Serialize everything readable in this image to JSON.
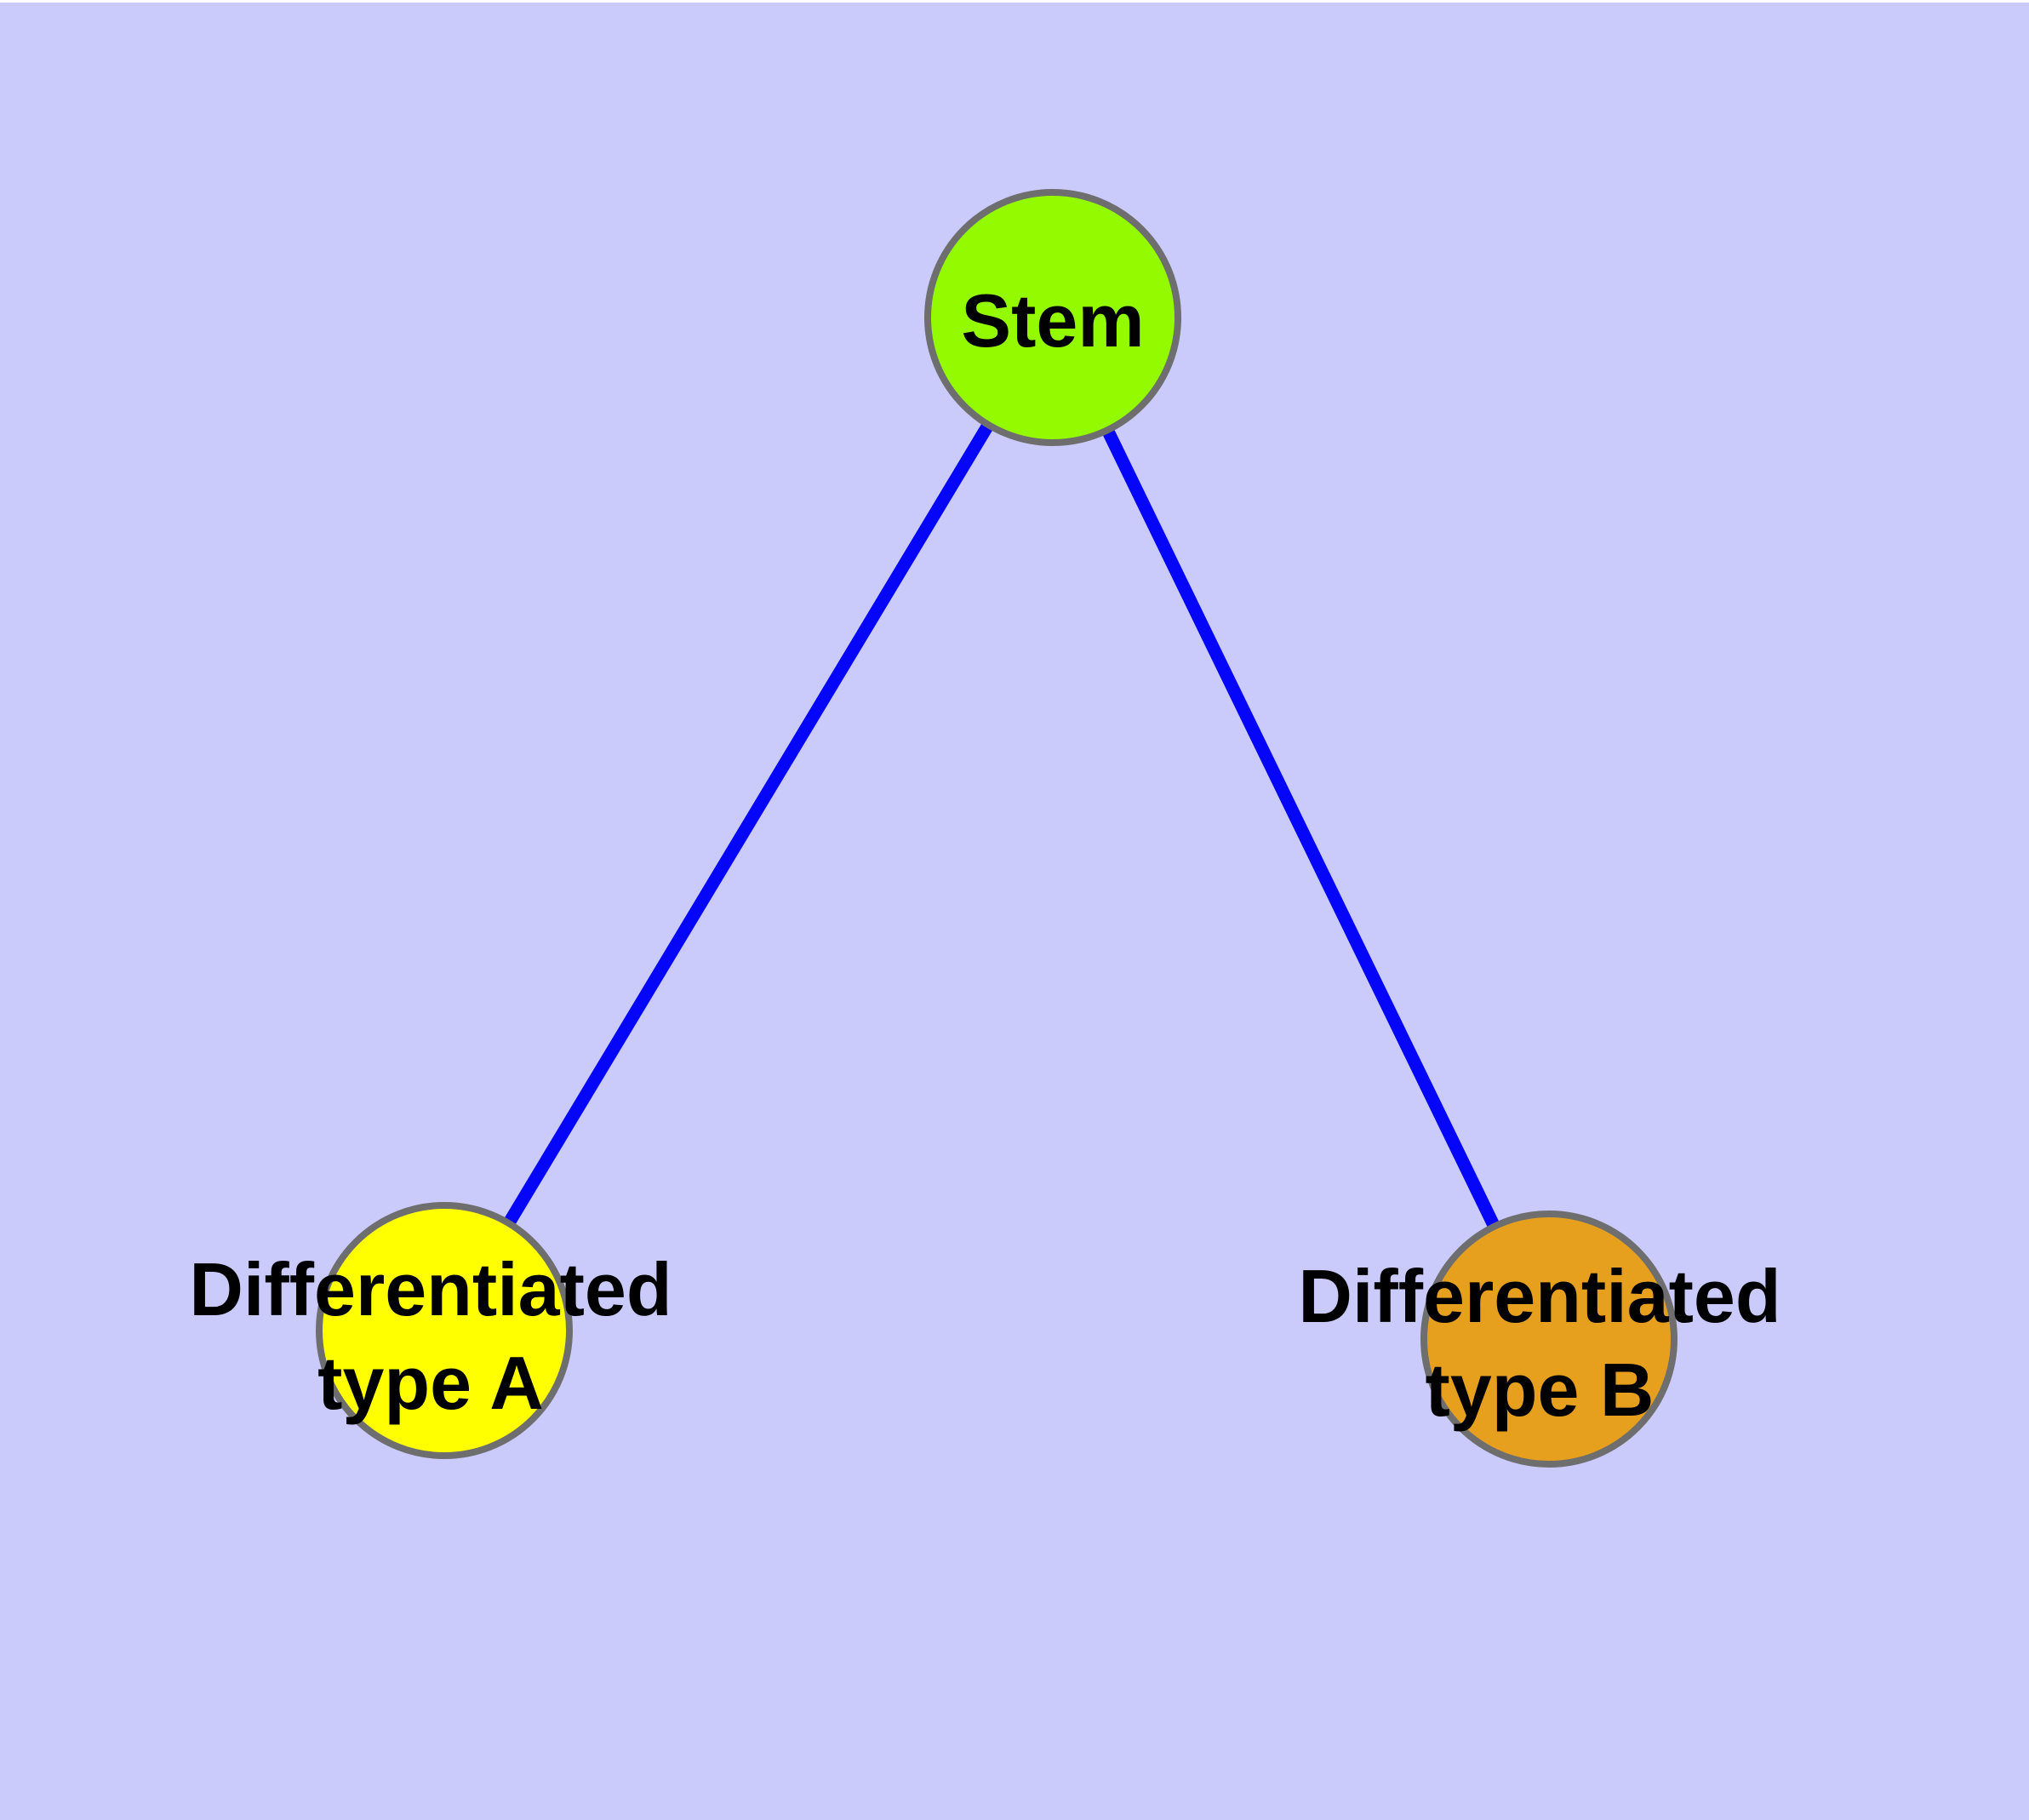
{
  "diagram": {
    "type": "node-link-graph",
    "background_color": "#CBCBFB",
    "page_margin_color": "#FFFFFF",
    "label_color": "#000000",
    "nodes": [
      {
        "id": "stem",
        "label": "Stem",
        "fill": "#93FA00",
        "border_color": "#6E6E6E"
      },
      {
        "id": "type-a",
        "label": "Differentiated\ntype A",
        "fill": "#FFFF00",
        "border_color": "#6E6E6E"
      },
      {
        "id": "type-b",
        "label": "Differentiated\ntype B",
        "fill": "#E7A01E",
        "border_color": "#6E6E6E"
      }
    ],
    "edges": [
      {
        "from": "stem",
        "to": "type-a",
        "color": "#0505FA"
      },
      {
        "from": "stem",
        "to": "type-b",
        "color": "#0505FA"
      }
    ]
  }
}
